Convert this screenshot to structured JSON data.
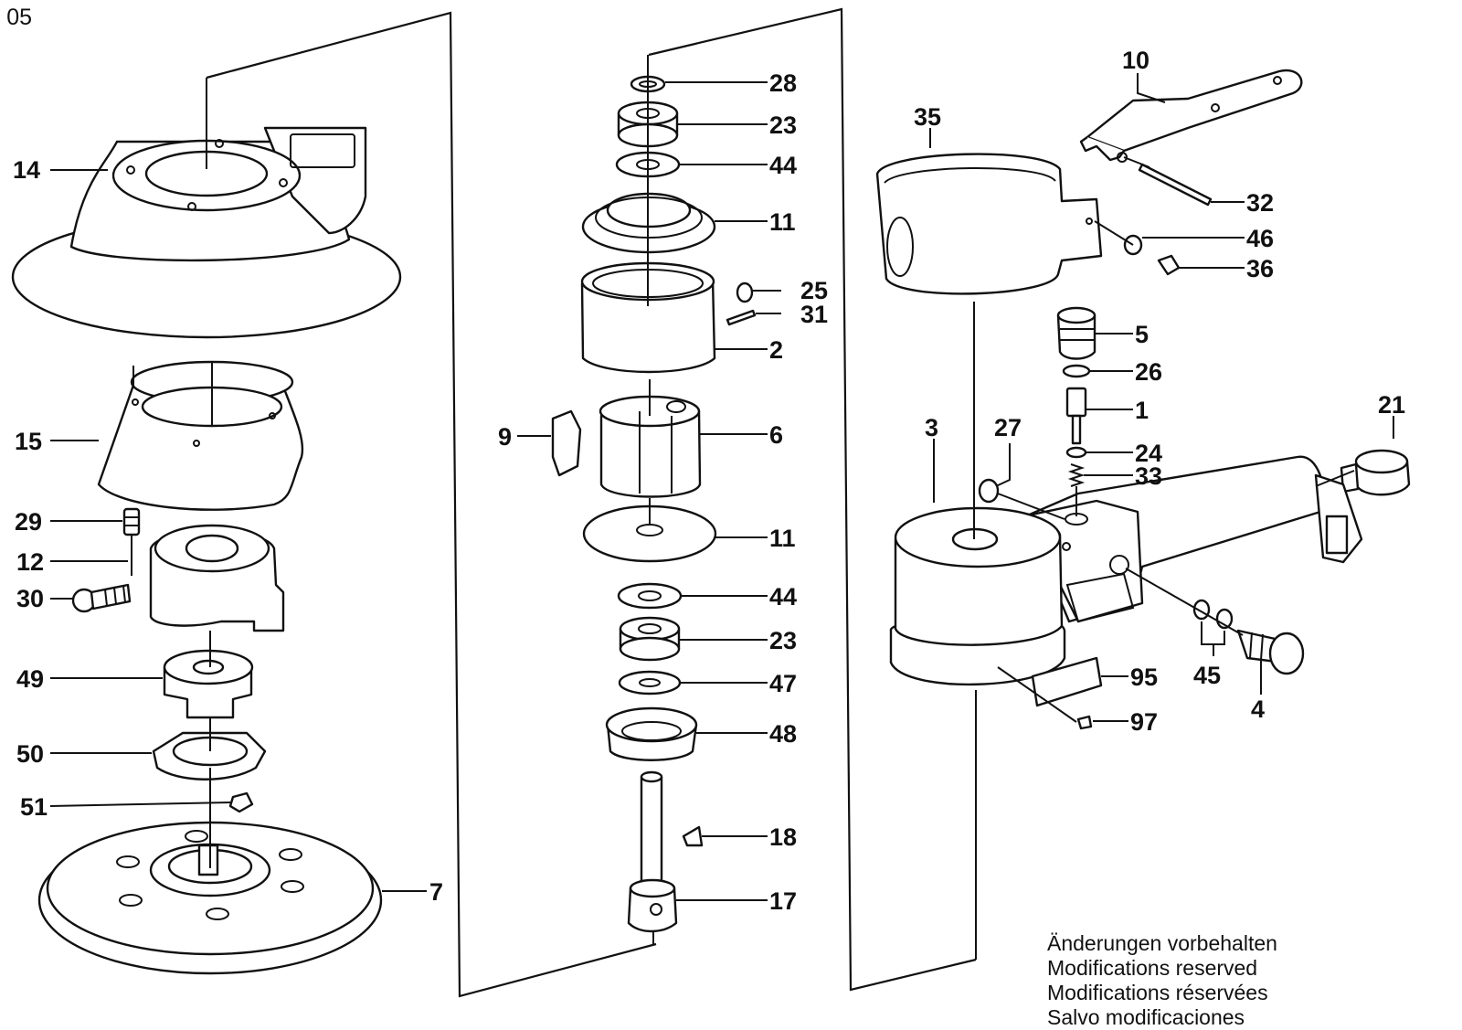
{
  "header": {
    "fragment": "- 05"
  },
  "labels": [
    "14",
    "15",
    "29",
    "12",
    "30",
    "49",
    "50",
    "51",
    "7",
    "28",
    "23",
    "44",
    "11",
    "25",
    "31",
    "2",
    "9",
    "6",
    "11",
    "44",
    "23",
    "47",
    "48",
    "18",
    "17",
    "10",
    "35",
    "32",
    "46",
    "36",
    "5",
    "26",
    "1",
    "24",
    "33",
    "21",
    "3",
    "27",
    "45",
    "4",
    "95",
    "97"
  ],
  "notes": [
    "Änderungen vorbehalten",
    "Modifications reserved",
    "Modifications réservées",
    "Salvo modificaciones"
  ],
  "colors": {
    "ink": "#111111",
    "paper": "#ffffff"
  }
}
